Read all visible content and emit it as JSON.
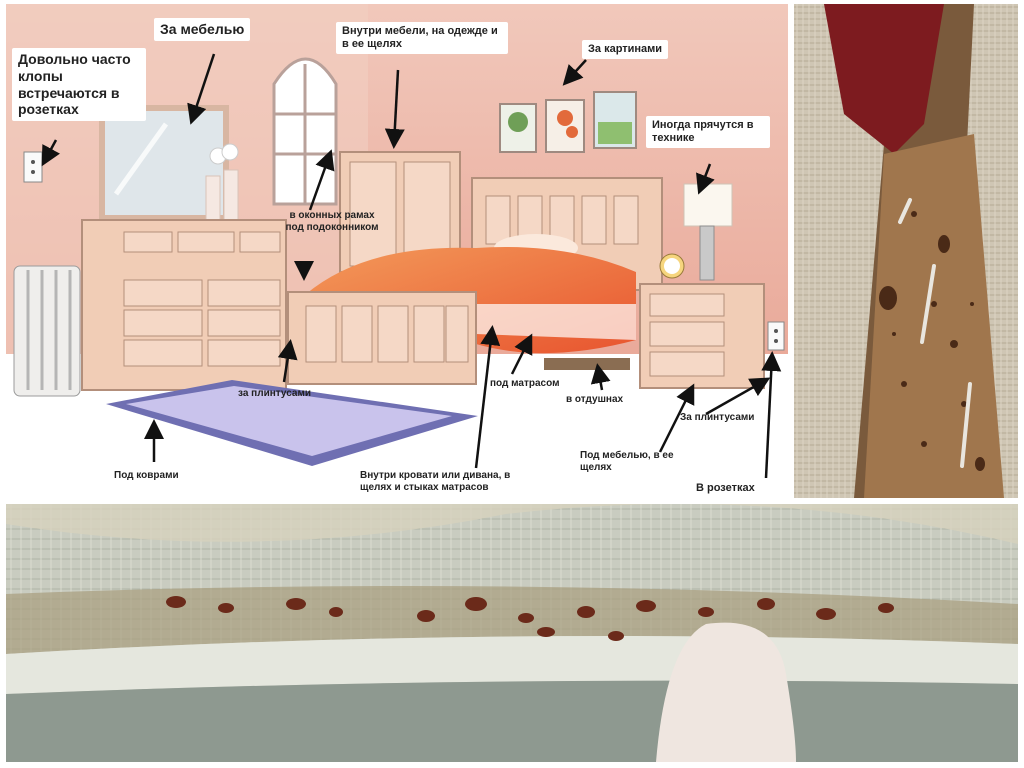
{
  "scene": {
    "labels": {
      "sockets_often": "Довольно часто клопы встречаются в розетках",
      "behind_furniture": "За мебелью",
      "inside_furniture": "Внутри мебели, на одежде и в ее щелях",
      "behind_pictures": "За картинами",
      "in_appliances": "Иногда прячутся в технике",
      "window_frames": "в оконных рамах под подоконником",
      "baseboards_left": "за плинтусами",
      "under_mattress": "под матрасом",
      "in_vents": "в отдушнах",
      "baseboards_right": "За плинтусами",
      "under_rugs": "Под коврами",
      "inside_bed": "Внутри кровати или дивана, в щелях и стыках матрасов",
      "under_furniture": "Под мебелью, в ее щелях",
      "in_sockets": "В розетках"
    }
  },
  "icons": [
    "arrow-icon",
    "socket-icon",
    "lamp-icon",
    "alarm-clock-icon",
    "radiator-icon"
  ]
}
